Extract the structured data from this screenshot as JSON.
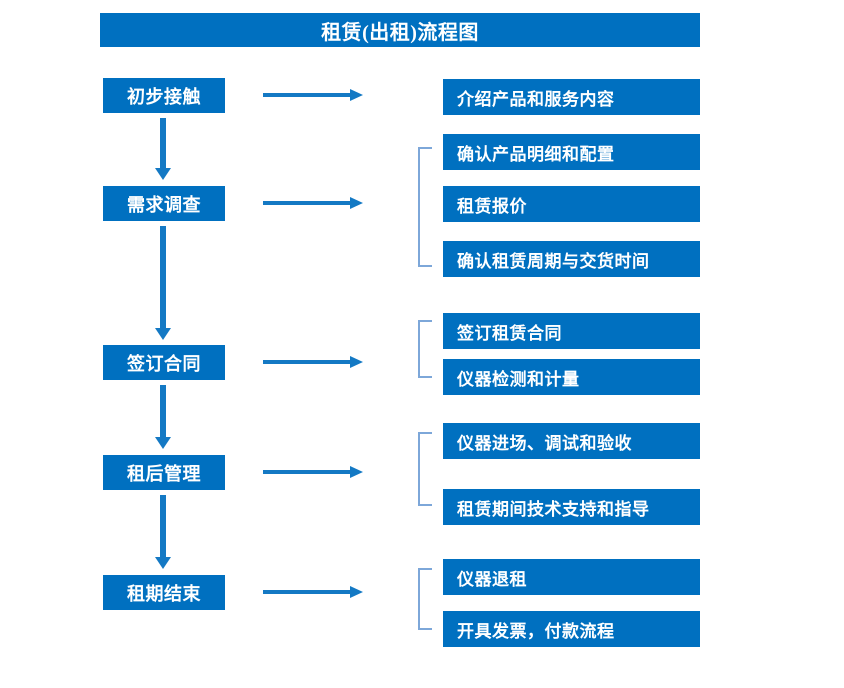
{
  "header": {
    "title": "租赁(出租)流程图"
  },
  "colors": {
    "box_fill": "#0070c0",
    "arrow": "#1479c4",
    "bracket": "#7da7d9",
    "text": "#ffffff",
    "background": "#ffffff"
  },
  "flow": {
    "stages": [
      {
        "label": "初步接触"
      },
      {
        "label": "需求调查"
      },
      {
        "label": "签订合同"
      },
      {
        "label": "租后管理"
      },
      {
        "label": "租期结束"
      }
    ],
    "details": [
      {
        "label": "介绍产品和服务内容"
      },
      {
        "label": "确认产品明细和配置"
      },
      {
        "label": "租赁报价"
      },
      {
        "label": "确认租赁周期与交货时间"
      },
      {
        "label": "签订租赁合同"
      },
      {
        "label": "仪器检测和计量"
      },
      {
        "label": "仪器进场、调试和验收"
      },
      {
        "label": "租赁期间技术支持和指导"
      },
      {
        "label": "仪器退租"
      },
      {
        "label": "开具发票，付款流程"
      }
    ],
    "groups": [
      {
        "stage": "需求调查",
        "details": [
          "确认产品明细和配置",
          "租赁报价",
          "确认租赁周期与交货时间"
        ]
      },
      {
        "stage": "签订合同",
        "details": [
          "签订租赁合同",
          "仪器检测和计量"
        ]
      },
      {
        "stage": "租后管理",
        "details": [
          "仪器进场、调试和验收",
          "租赁期间技术支持和指导"
        ]
      },
      {
        "stage": "租期结束",
        "details": [
          "仪器退租",
          "开具发票，付款流程"
        ]
      }
    ],
    "connectors": {
      "stage_to_stage": "downward-arrow",
      "stage_to_detail": "rightward-arrow"
    }
  }
}
